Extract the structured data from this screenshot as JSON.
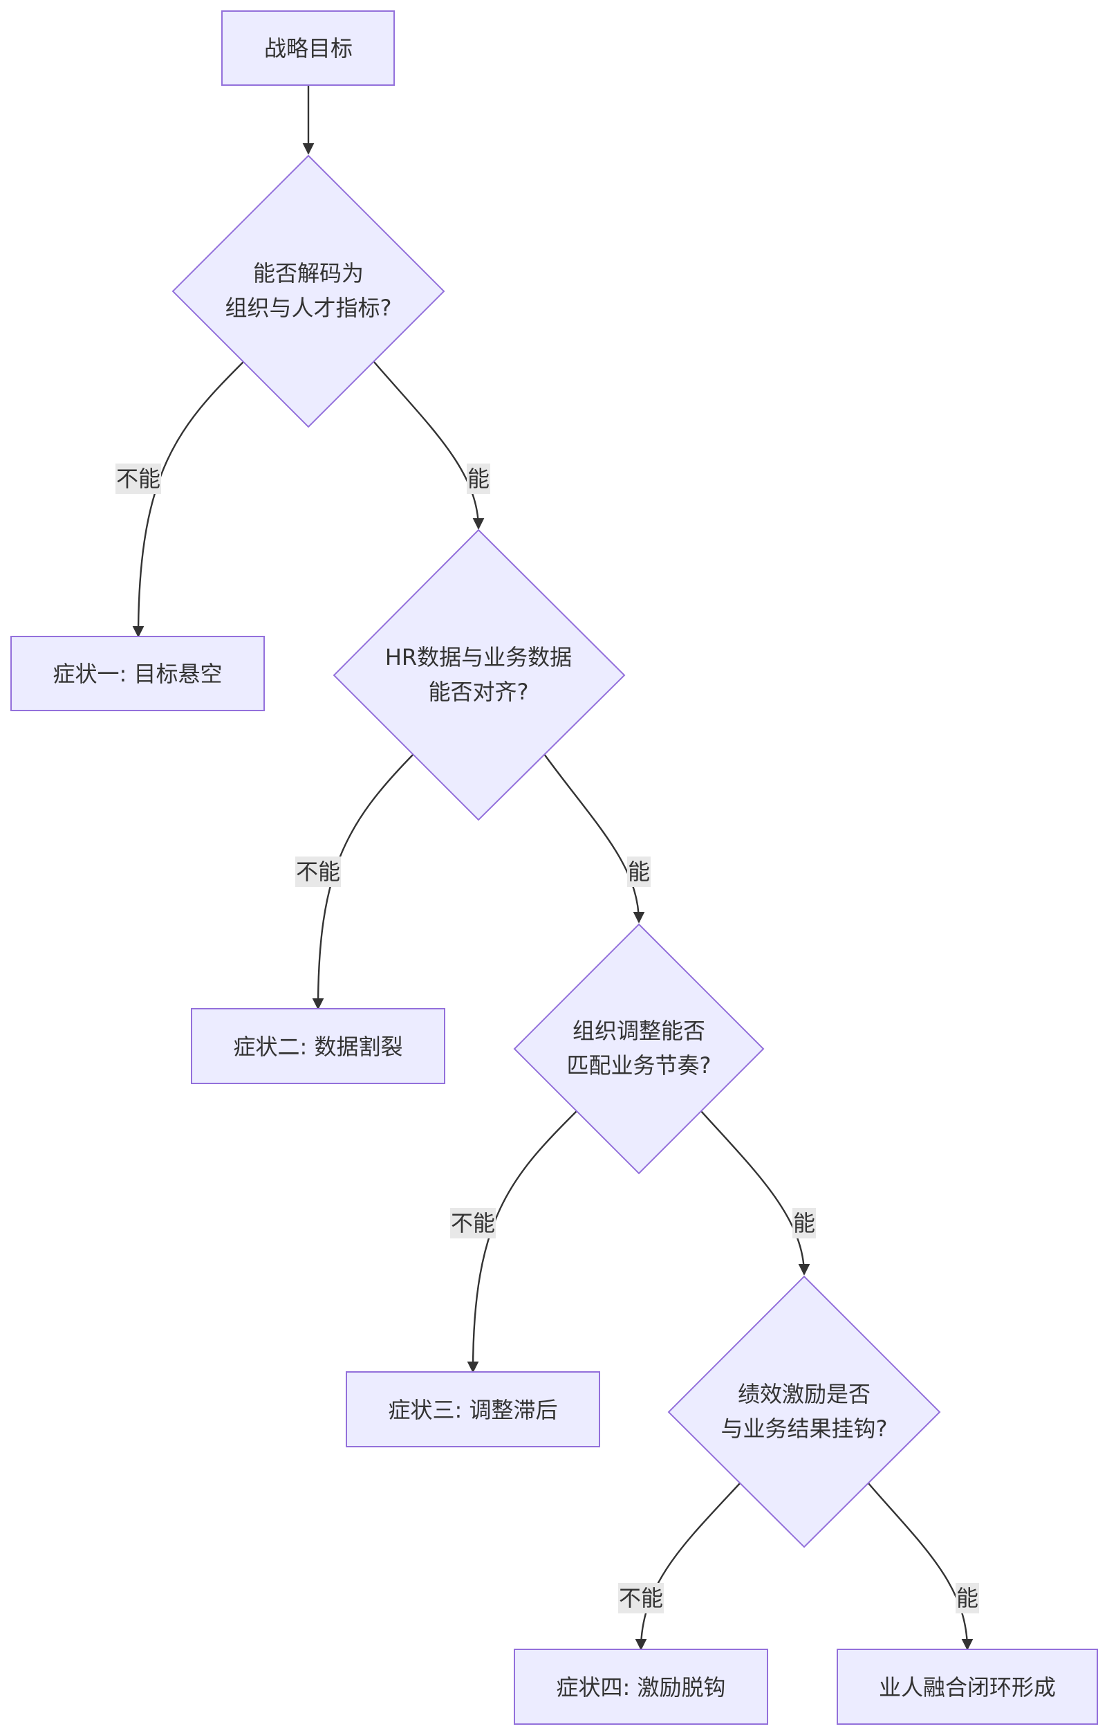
{
  "nodes": {
    "start": {
      "lines": [
        "战略目标"
      ]
    },
    "q1": {
      "lines": [
        "能否解码为",
        "组织与人才指标?"
      ]
    },
    "s1": {
      "lines": [
        "症状一: 目标悬空"
      ]
    },
    "q2": {
      "lines": [
        "HR数据与业务数据",
        "能否对齐?"
      ]
    },
    "s2": {
      "lines": [
        "症状二: 数据割裂"
      ]
    },
    "q3": {
      "lines": [
        "组织调整能否",
        "匹配业务节奏?"
      ]
    },
    "s3": {
      "lines": [
        "症状三: 调整滞后"
      ]
    },
    "q4": {
      "lines": [
        "绩效激励是否",
        "与业务结果挂钩?"
      ]
    },
    "s4": {
      "lines": [
        "症状四: 激励脱钩"
      ]
    },
    "end": {
      "lines": [
        "业人融合闭环形成"
      ]
    }
  },
  "edges": {
    "e_start_q1": {
      "label": ""
    },
    "e_q1_s1": {
      "label": "不能"
    },
    "e_q1_q2": {
      "label": "能"
    },
    "e_q2_s2": {
      "label": "不能"
    },
    "e_q2_q3": {
      "label": "能"
    },
    "e_q3_s3": {
      "label": "不能"
    },
    "e_q3_q4": {
      "label": "能"
    },
    "e_q4_s4": {
      "label": "不能"
    },
    "e_q4_end": {
      "label": "能"
    }
  },
  "colors": {
    "node_fill": "#ececff",
    "node_stroke": "#9370db",
    "edge": "#333333",
    "edge_label_bg": "#e8e8e8",
    "text": "#333333"
  }
}
